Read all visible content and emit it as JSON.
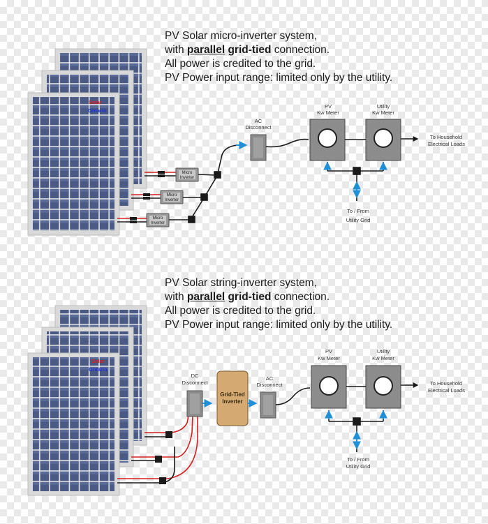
{
  "top": {
    "caption": {
      "line1": "PV Solar micro-inverter system,",
      "line2_pre": "with ",
      "line2_parallel": "parallel",
      "line2_mid": " ",
      "line2_gridtied": "grid-tied",
      "line2_post": " connection.",
      "line3": "All power is credited to the grid.",
      "line4": "PV Power input range: limited only by the utility."
    },
    "panel_brand": {
      "line1": "Ontario",
      "line2": "Solar"
    },
    "micro_inverter_label_1": "Micro",
    "micro_inverter_label_2": "Inverter",
    "ac_disconnect_1": "AC",
    "ac_disconnect_2": "Disconnect",
    "pv_meter_1": "PV",
    "pv_meter_2": "Kw Meter",
    "utility_meter_1": "Utility",
    "utility_meter_2": "Kw Meter",
    "household_1": "To Household",
    "household_2": "Electrical Loads",
    "grid_1": "To / From",
    "grid_2": "Utility Grid"
  },
  "bottom": {
    "caption": {
      "line1": "PV Solar string-inverter system,",
      "line2_pre": "with ",
      "line2_parallel": "parallel",
      "line2_mid": " ",
      "line2_gridtied": "grid-tied",
      "line2_post": " connection.",
      "line3": "All power is credited to the grid.",
      "line4": "PV Power input range: limited only by the utility."
    },
    "panel_brand": {
      "line1": "Ontario",
      "line2": "Solar"
    },
    "dc_disconnect_1": "DC",
    "dc_disconnect_2": "Disconnect",
    "grid_inverter_1": "Grid-Tied",
    "grid_inverter_2": "Inverter",
    "ac_disconnect_1": "AC",
    "ac_disconnect_2": "Disconnect",
    "pv_meter_1": "PV",
    "pv_meter_2": "Kw Meter",
    "utility_meter_1": "Utility",
    "utility_meter_2": "Kw Meter",
    "household_1": "To Household",
    "household_2": "Electrical Loads",
    "grid_1": "To / From",
    "grid_2": "Utility Grid"
  },
  "colors": {
    "panel_cell": "#4a5a85",
    "panel_frame": "#d4d4d4",
    "wire_black": "#1a1a1a",
    "wire_red": "#d42020",
    "arrow_blue": "#1f8fd6",
    "meter_gray": "#8c8c8c",
    "inverter_tan": "#d4aa72"
  }
}
